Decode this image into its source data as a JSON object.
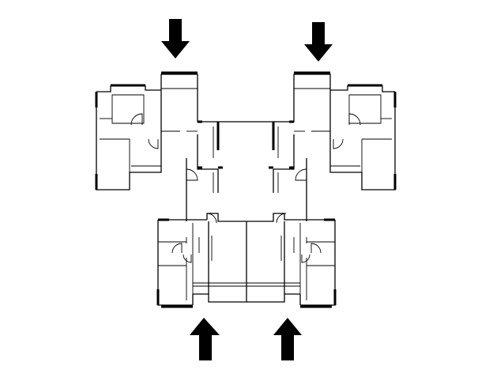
{
  "diagram": {
    "background_color": "#ffffff",
    "line_color": "#000000",
    "entry_arrows": [
      {
        "id": "top-left",
        "direction": "down"
      },
      {
        "id": "top-right",
        "direction": "down"
      },
      {
        "id": "bottom-left",
        "direction": "up"
      },
      {
        "id": "bottom-right",
        "direction": "up"
      }
    ],
    "wings": [
      "top-left-unit",
      "top-right-unit",
      "bottom-center-unit"
    ]
  }
}
